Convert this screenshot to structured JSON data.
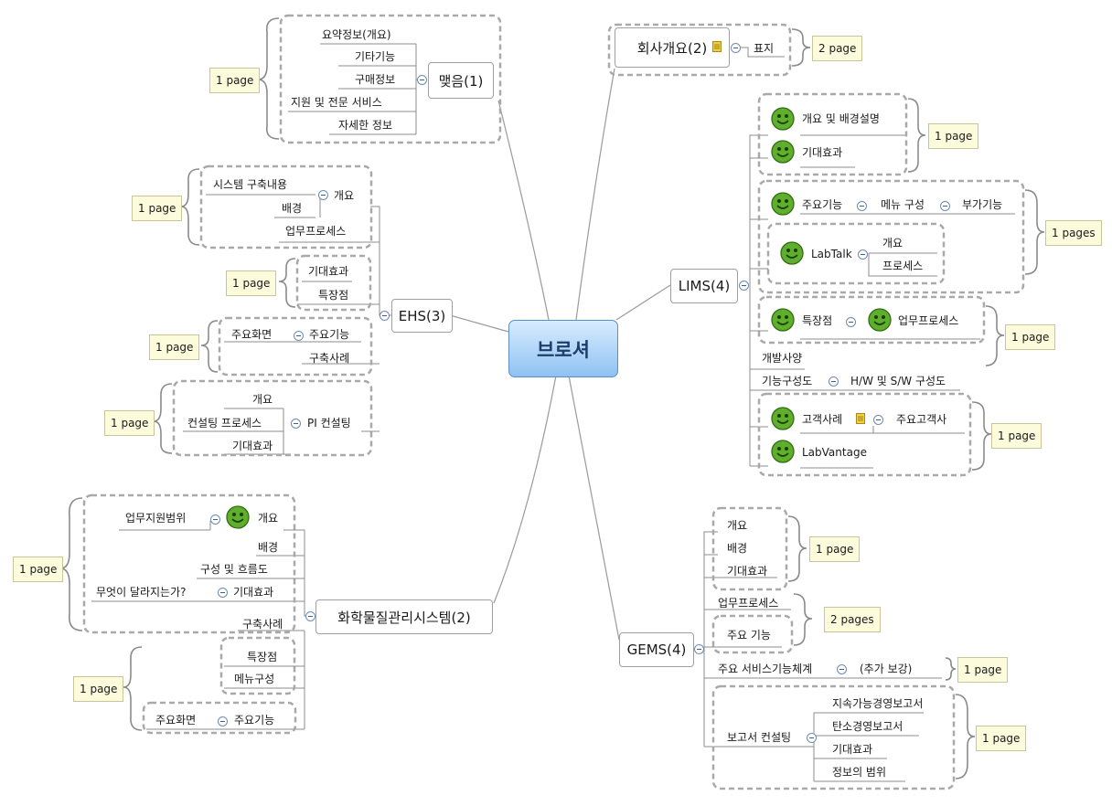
{
  "central": "브로셔",
  "branches": {
    "company": {
      "label": "회사개요(2)",
      "child": "표지",
      "pages": "2 page"
    },
    "closing": {
      "label": "맺음(1)",
      "items": [
        "요약정보(개요)",
        "기타기능",
        "구매정보",
        "지원 및 전문 서비스",
        "자세한 정보"
      ],
      "pages": "1 page"
    },
    "ehs": {
      "label": "EHS(3)",
      "overview": {
        "label": "개요",
        "items": [
          "시스템 구축내용",
          "배경",
          "업무프로세스"
        ],
        "pages": "1 page"
      },
      "effect": {
        "items": [
          "기대효과",
          "특장점"
        ],
        "pages": "1 page"
      },
      "feature": {
        "label": "주요기능",
        "screen": "주요화면",
        "case": "구축사례",
        "pages": "1 page"
      },
      "pi": {
        "label": "PI 컨설팅",
        "items": [
          "개요",
          "컨설팅 프로세스",
          "기대효과"
        ],
        "pages": "1 page"
      }
    },
    "chem": {
      "label": "화학물질관리시스템(2)",
      "overview": {
        "label": "개요",
        "scope": "업무지원범위"
      },
      "items": [
        "배경",
        "구성 및 흐름도"
      ],
      "effect": {
        "label": "기대효과",
        "question": "무엇이 달라지는가?"
      },
      "pages1": "1 page",
      "case": "구축사례",
      "group2": [
        "특장점",
        "메뉴구성"
      ],
      "feature": {
        "label": "주요기능",
        "screen": "주요화면"
      },
      "pages2": "1 page"
    },
    "lims": {
      "label": "LIMS(4)",
      "g1": {
        "items": [
          "개요 및 배경설명",
          "기대효과"
        ],
        "pages": "1 page"
      },
      "g2": {
        "feature": "주요기능",
        "menu": "메뉴 구성",
        "extra": "부가기능",
        "labtalk": "LabTalk",
        "labtalk_items": [
          "개요",
          "프로세스"
        ],
        "pages": "1 pages"
      },
      "g3": {
        "a": "특장점",
        "b": "업무프로세스",
        "pages": "1 page"
      },
      "spec": "개발사양",
      "config": {
        "label": "기능구성도",
        "child": "H/W 및 S/W 구성도"
      },
      "g4": {
        "case": "고객사례",
        "major": "주요고객사",
        "vendor": "LabVantage",
        "pages": "1 page"
      }
    },
    "gems": {
      "label": "GEMS(4)",
      "g1": {
        "items": [
          "개요",
          "배경",
          "기대효과"
        ],
        "pages": "1 page"
      },
      "process": "업무프로세스",
      "feature": "주요 기능",
      "g2pages": "2 pages",
      "service": {
        "label": "주요 서비스기능체계",
        "child": "(추가 보강)",
        "pages": "1 page"
      },
      "report": {
        "label": "보고서 컨설팅",
        "items": [
          "지속가능경영보고서",
          "탄소경영보고서",
          "기대효과",
          "정보의 범위"
        ],
        "pages": "1 page"
      }
    }
  },
  "colors": {
    "central_top": "#d8ecff",
    "central_bottom": "#8fc2f2",
    "callout": "#fcfbdc",
    "smiley": "#5fae2e",
    "line": "#808080",
    "dash": "#a9a9a9"
  },
  "icons": [
    "smiley-icon",
    "note-icon",
    "collapse-icon",
    "brace-icon"
  ]
}
